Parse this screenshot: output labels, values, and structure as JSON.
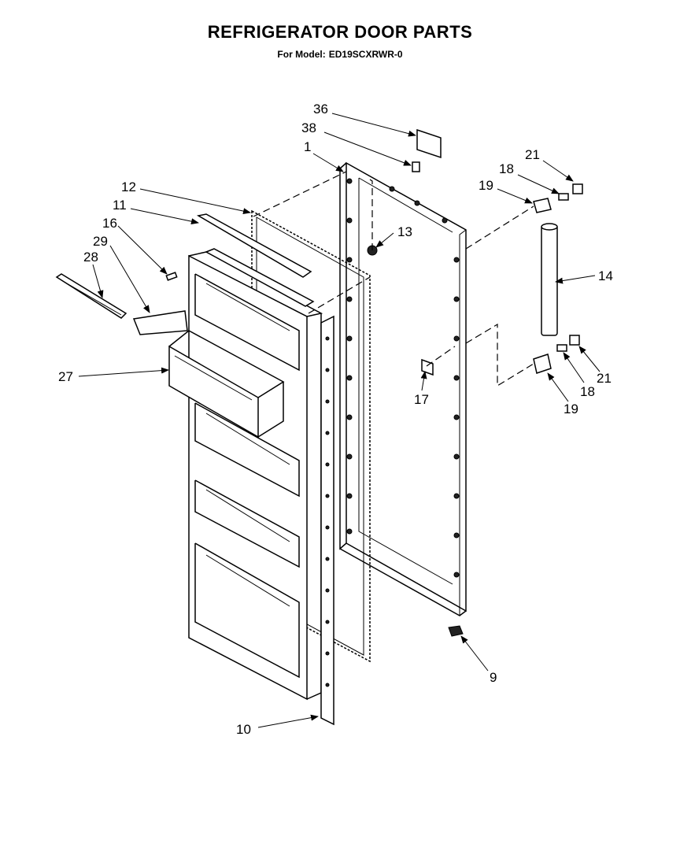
{
  "title": "REFRIGERATOR DOOR PARTS",
  "model_label": "For Model:",
  "model_number": "ED19SCXRWR-0",
  "callouts": {
    "c36": "36",
    "c38": "38",
    "c1": "1",
    "c21a": "21",
    "c18a": "18",
    "c19a": "19",
    "c12": "12",
    "c11": "11",
    "c13": "13",
    "c16": "16",
    "c29": "29",
    "c28": "28",
    "c14": "14",
    "c27": "27",
    "c17": "17",
    "c21b": "21",
    "c18b": "18",
    "c19b": "19",
    "c9": "9",
    "c10": "10"
  }
}
